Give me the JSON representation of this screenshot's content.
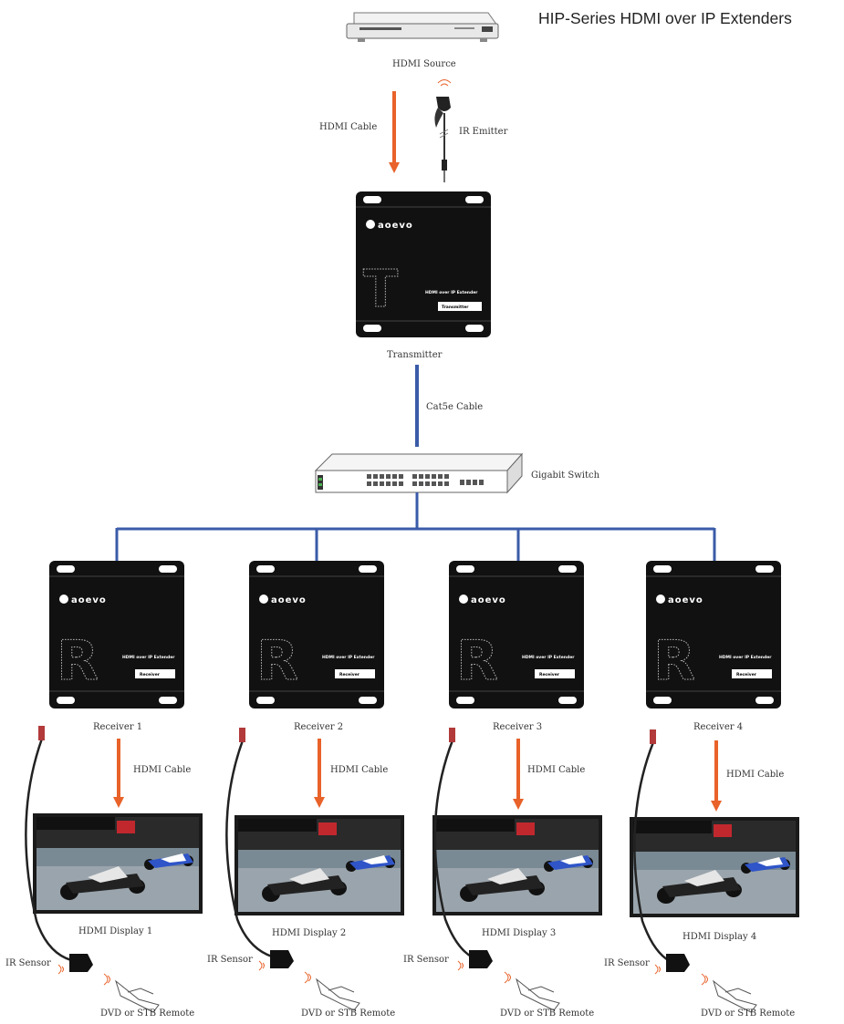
{
  "title": "HIP-Series HDMI over IP Extenders",
  "source": {
    "label": "HDMI Source"
  },
  "hdmi_cable_label": "HDMI Cable",
  "ir_emitter_label": "IR Emitter",
  "transmitter": {
    "label": "Transmitter",
    "brand": "aoevo",
    "letter": "T",
    "model": "HDMI over IP Extender",
    "tag": "Transmitter"
  },
  "cat_cable_label": "Cat5e Cable",
  "switch_label": "Gigabit Switch",
  "receiver_model": "HDMI over IP Extender",
  "receiver_tag": "Receiver",
  "receiver_letter": "R",
  "ir_sensor_label": "IR Sensor",
  "remote_label": "DVD or STB Remote",
  "branches": [
    {
      "receiver": "Receiver 1",
      "display": "HDMI Display 1",
      "cable": "HDMI Cable"
    },
    {
      "receiver": "Receiver 2",
      "display": "HDMI Display 2",
      "cable": "HDMI Cable"
    },
    {
      "receiver": "Receiver 3",
      "display": "HDMI Display 3",
      "cable": "HDMI Cable"
    },
    {
      "receiver": "Receiver 4",
      "display": "HDMI Display 4",
      "cable": "HDMI Cable"
    }
  ],
  "colors": {
    "hdmi_arrow": "#e8622a",
    "network_line": "#3a5ba8",
    "device": "#111111"
  }
}
